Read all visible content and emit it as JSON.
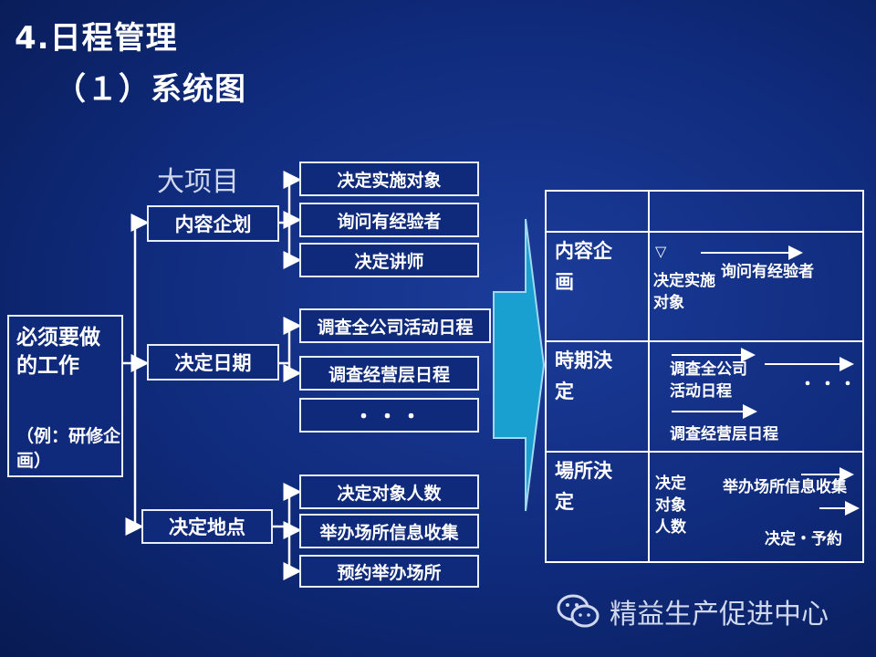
{
  "slide": {
    "title": "4.日程管理",
    "subtitle": "（１）系统图",
    "major_items_label": "大项目"
  },
  "root": {
    "main": "必须要做的工作",
    "note": "（例：研修企画）"
  },
  "branches": [
    {
      "label": "内容企划",
      "children": [
        "决定实施对象",
        "询问有经验者",
        "决定讲师"
      ]
    },
    {
      "label": "决定日期",
      "children": [
        "调查全公司活动日程",
        "调查经营层日程",
        "・・・"
      ]
    },
    {
      "label": "决定地点",
      "children": [
        "决定对象人数",
        "举办场所信息收集",
        "预约举办场所"
      ]
    }
  ],
  "table": {
    "rows": [
      {
        "header": "内容企画",
        "cells": [
          "▽",
          "决定实施对象",
          "询问有经验者"
        ]
      },
      {
        "header": "時期決定",
        "cells": [
          "调查全公司活动日程",
          "・・・",
          "调查经营层日程"
        ]
      },
      {
        "header": "場所決定",
        "cells": [
          "决定对象人数",
          "举办场所信息收集",
          "决定・予約"
        ]
      }
    ]
  },
  "watermark": {
    "text": "精益生产促进中心",
    "icon": "wechat-icon"
  },
  "colors": {
    "background": "#0f2a7a",
    "arrow": "#1aa0d0",
    "line": "#ffffff"
  }
}
